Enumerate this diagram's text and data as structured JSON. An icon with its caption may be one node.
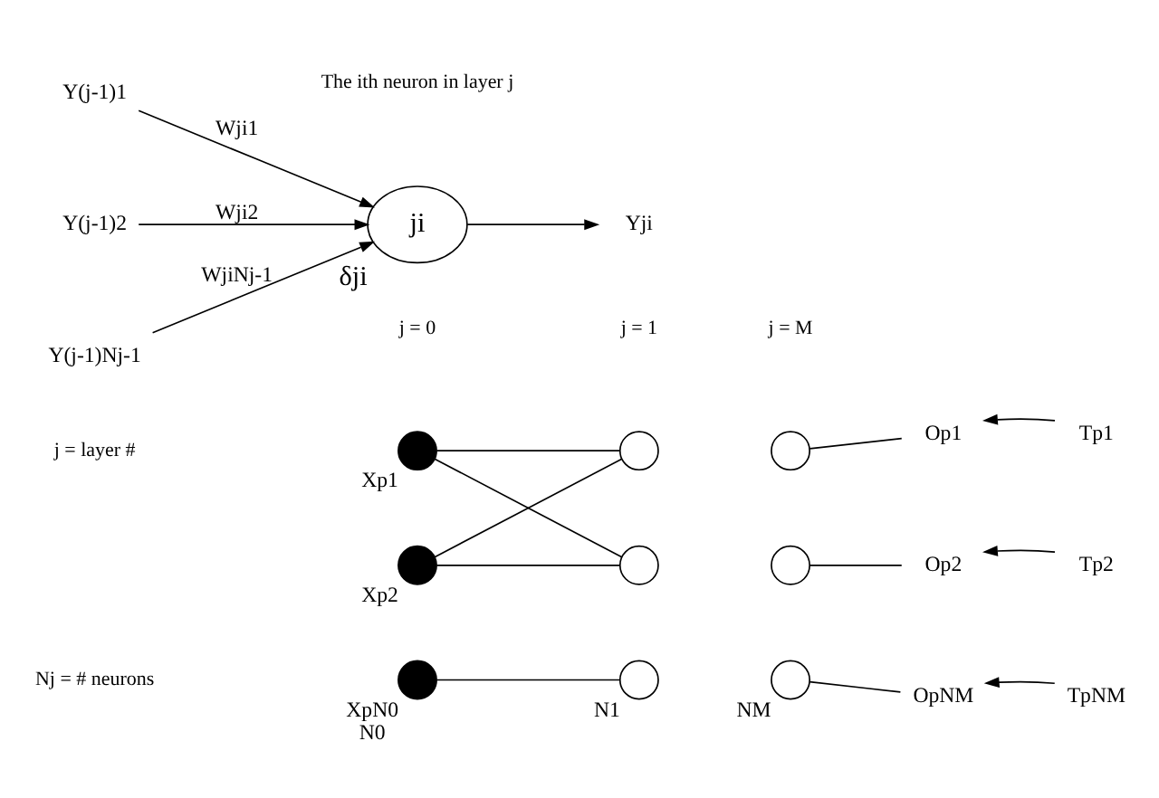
{
  "diagram": {
    "nodes": [
      {
        "text": [],
        "shape": "circle",
        "beside": [
          "Xp1"
        ]
      },
      {
        "text": [],
        "shape": "circle",
        "beside": [
          "Xp2"
        ]
      },
      {
        "text": [],
        "shape": "circle",
        "beside": [
          "XpN0",
          "N0"
        ]
      },
      {
        "text": [],
        "shape": "circle"
      },
      {
        "text": [],
        "shape": "circle"
      },
      {
        "text": [],
        "shape": "circle",
        "beside": [
          "N1"
        ]
      },
      {
        "text": [],
        "shape": "circle"
      },
      {
        "text": [],
        "shape": "circle"
      },
      {
        "text": [],
        "shape": "circle",
        "beside": [
          "NM"
        ]
      },
      {
        "text": [
          "Op1"
        ]
      },
      {
        "text": [
          "Tp1"
        ]
      },
      {
        "text": [
          "Op2"
        ]
      },
      {
        "text": [
          "Tp2"
        ]
      },
      {
        "text": [
          "OpNM"
        ]
      },
      {
        "text": [
          "TpNM"
        ]
      },
      {
        "text": [
          "Y(j-1)1"
        ]
      },
      {
        "text": [
          "Y(j-1)2"
        ]
      },
      {
        "text": [
          "Y(j-1)Nj-1"
        ]
      },
      {
        "text": [
          "ji"
        ],
        "beside": [
          "δji"
        ]
      },
      {
        "text": [
          "Yji"
        ]
      }
    ],
    "edges": [
      {
        "from": 0,
        "to": 3,
        "arrow": "none"
      },
      {
        "from": 0,
        "to": 4,
        "arrow": "none"
      },
      {
        "from": 1,
        "to": 3,
        "arrow": "none"
      },
      {
        "from": 1,
        "to": 4,
        "arrow": "none"
      },
      {
        "from": 2,
        "to": 5,
        "arrow": "none"
      },
      {
        "from": 6,
        "to": 9,
        "arrow": "none"
      },
      {
        "from": 7,
        "to": 11,
        "arrow": "none"
      },
      {
        "from": 8,
        "to": 13,
        "arrow": "none"
      },
      {
        "from": 10,
        "to": 9,
        "arrow": "to"
      },
      {
        "from": 12,
        "to": 11,
        "arrow": "to"
      },
      {
        "from": 14,
        "to": 13,
        "arrow": "to"
      },
      {
        "from": 15,
        "to": 18,
        "arrow": "to",
        "label": "Wji1"
      },
      {
        "from": 16,
        "to": 18,
        "arrow": "to",
        "label": "Wji2"
      },
      {
        "from": 17,
        "to": 18,
        "arrow": "to",
        "label": "WjiNj-1"
      },
      {
        "from": 18,
        "to": 19,
        "arrow": "to"
      }
    ],
    "labels": [
      "j = layer #",
      "j = 0",
      "j = 1",
      "j = M",
      "Nj = # neurons",
      "The ith neuron in layer j"
    ]
  }
}
